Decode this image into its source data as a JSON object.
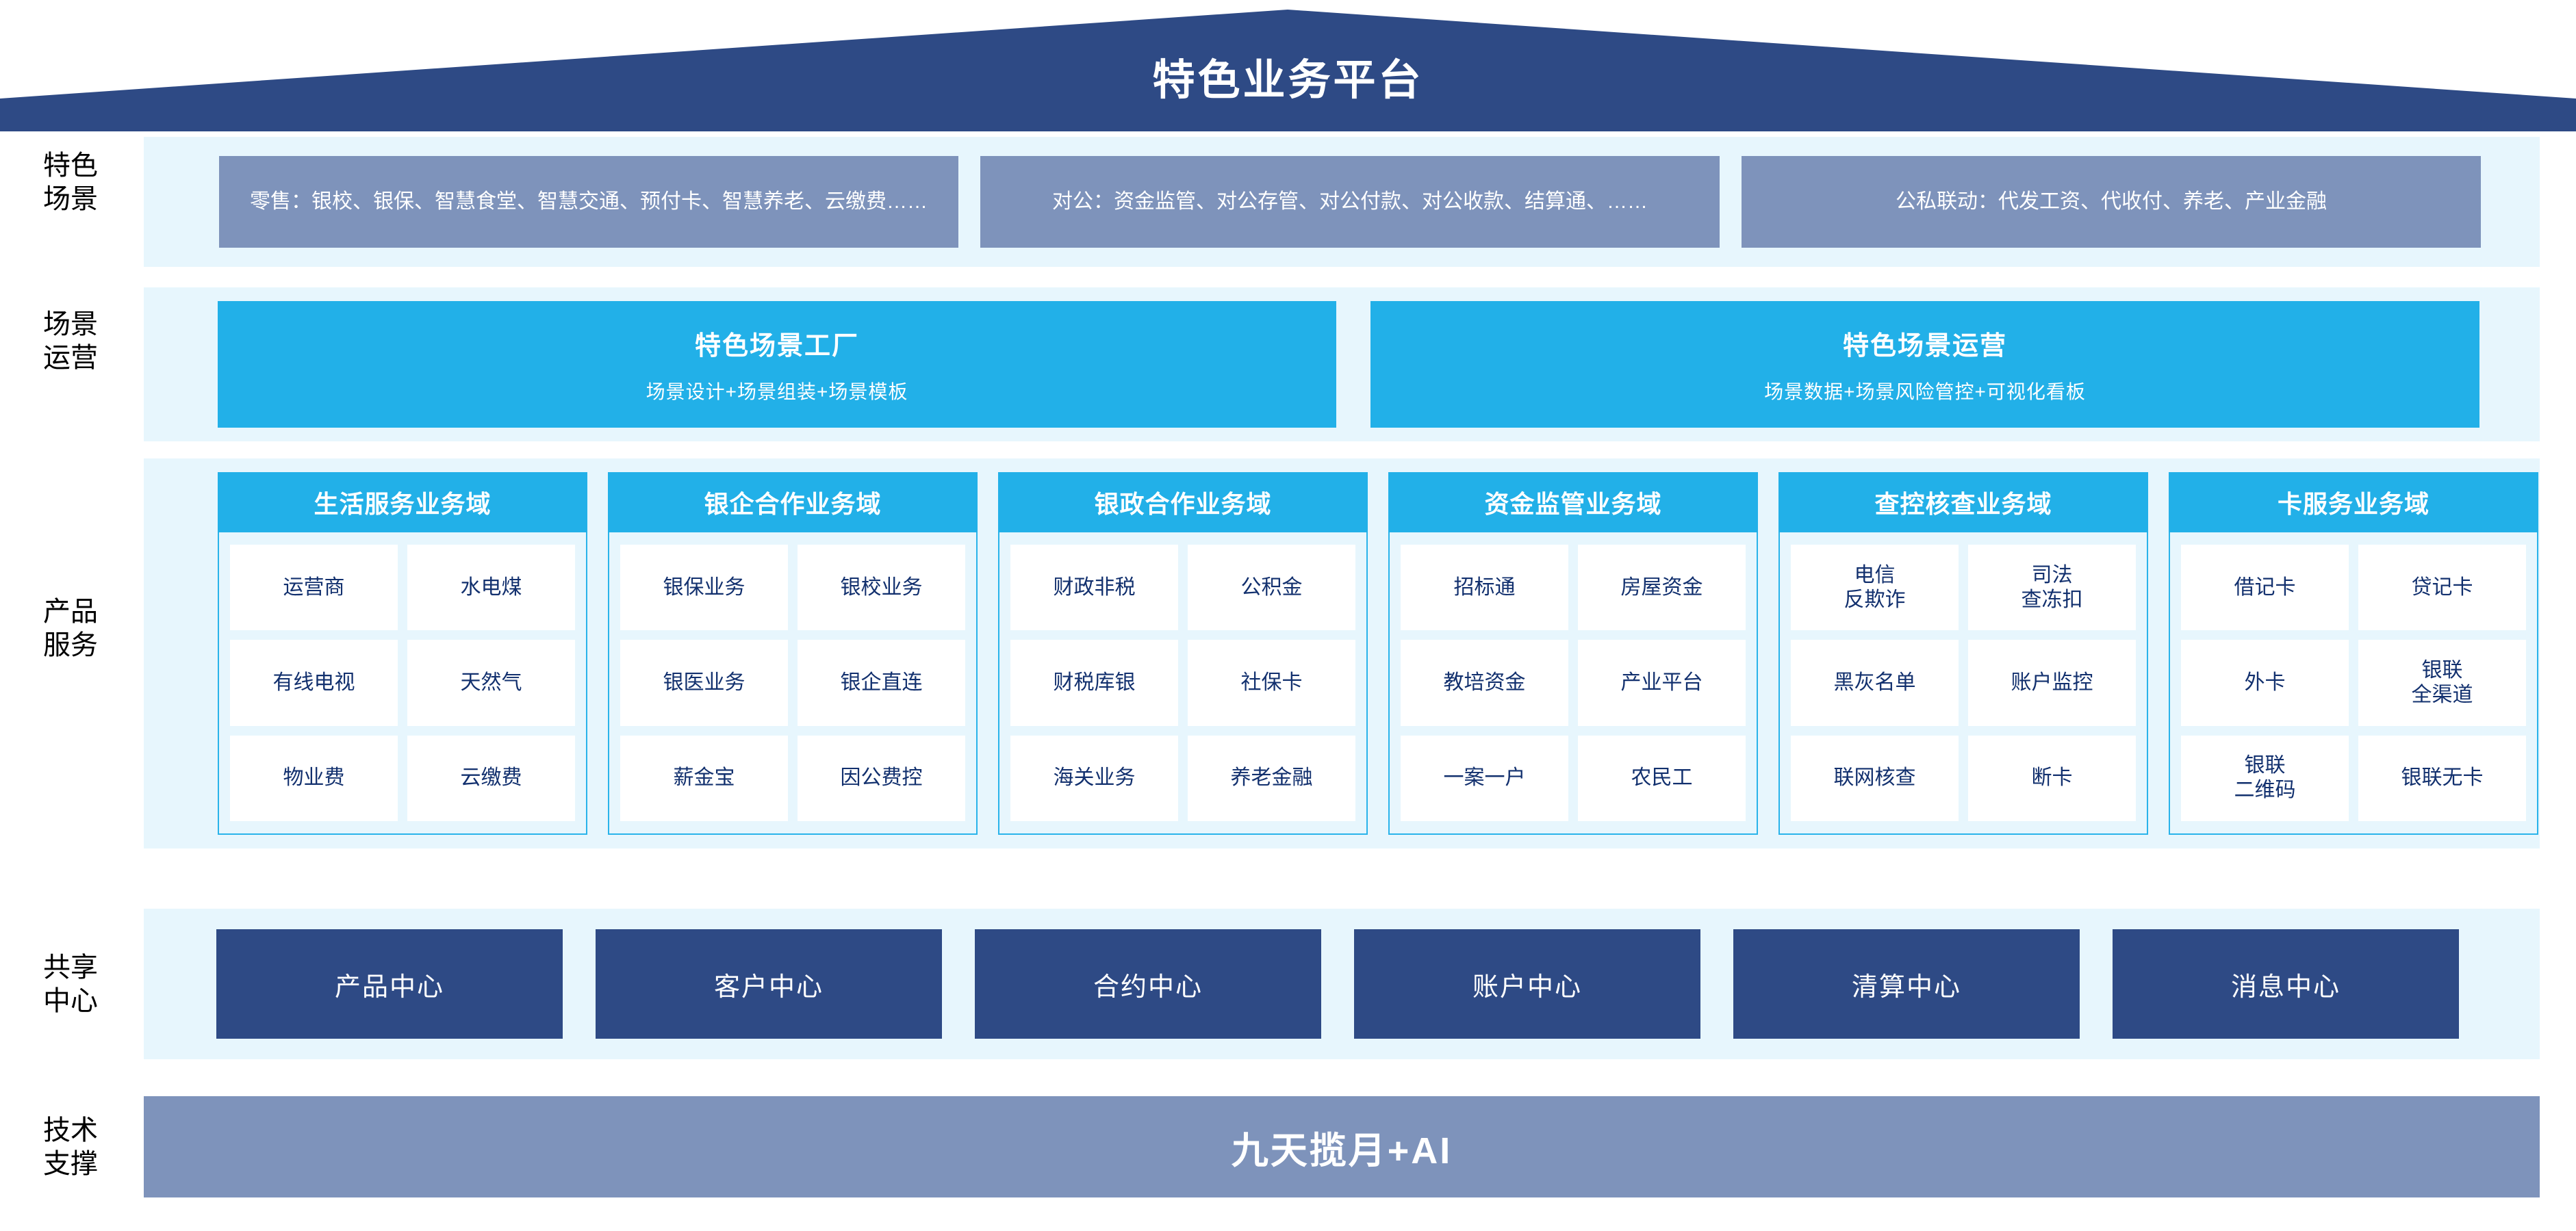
{
  "title": "特色业务平台",
  "row_labels": {
    "scenarios": "特色\n场景",
    "operations": "场景\n运营",
    "products": "产品\n服务",
    "shared_center": "共享\n中心",
    "tech_support": "技术\n支撑"
  },
  "colors": {
    "roof": "#2e4a85",
    "scenario_box": "#7e93bb",
    "cyan": "#22b0e8",
    "band": "#e7f6fd",
    "center_box": "#2e4a85",
    "tech_bar": "#7e93bb",
    "cell_text": "#12306e"
  },
  "scenarios": [
    {
      "label": "零售：银校、银保、智慧食堂、智慧交通、预付卡、智慧养老、云缴费……"
    },
    {
      "label": "对公：资金监管、对公存管、对公付款、对公收款、结算通、……"
    },
    {
      "label": "公私联动：代发工资、代收付、养老、产业金融"
    }
  ],
  "operations": [
    {
      "title": "特色场景工厂",
      "subtitle": "场景设计+场景组装+场景模板"
    },
    {
      "title": "特色场景运营",
      "subtitle": "场景数据+场景风险管控+可视化看板"
    }
  ],
  "domains": [
    {
      "title": "生活服务业务域",
      "cells": [
        "运营商",
        "水电煤",
        "有线电视",
        "天然气",
        "物业费",
        "云缴费"
      ]
    },
    {
      "title": "银企合作业务域",
      "cells": [
        "银保业务",
        "银校业务",
        "银医业务",
        "银企直连",
        "薪金宝",
        "因公费控"
      ]
    },
    {
      "title": "银政合作业务域",
      "cells": [
        "财政非税",
        "公积金",
        "财税库银",
        "社保卡",
        "海关业务",
        "养老金融"
      ]
    },
    {
      "title": "资金监管业务域",
      "cells": [
        "招标通",
        "房屋资金",
        "教培资金",
        "产业平台",
        "一案一户",
        "农民工"
      ]
    },
    {
      "title": "查控核查业务域",
      "cells": [
        "电信\n反欺诈",
        "司法\n查冻扣",
        "黑灰名单",
        "账户监控",
        "联网核查",
        "断卡"
      ]
    },
    {
      "title": "卡服务业务域",
      "cells": [
        "借记卡",
        "贷记卡",
        "外卡",
        "银联\n全渠道",
        "银联\n二维码",
        "银联无卡"
      ]
    }
  ],
  "shared_centers": [
    {
      "label": "产品中心"
    },
    {
      "label": "客户中心"
    },
    {
      "label": "合约中心"
    },
    {
      "label": "账户中心"
    },
    {
      "label": "清算中心"
    },
    {
      "label": "消息中心"
    }
  ],
  "tech_support": {
    "label": "九天揽月+AI"
  }
}
